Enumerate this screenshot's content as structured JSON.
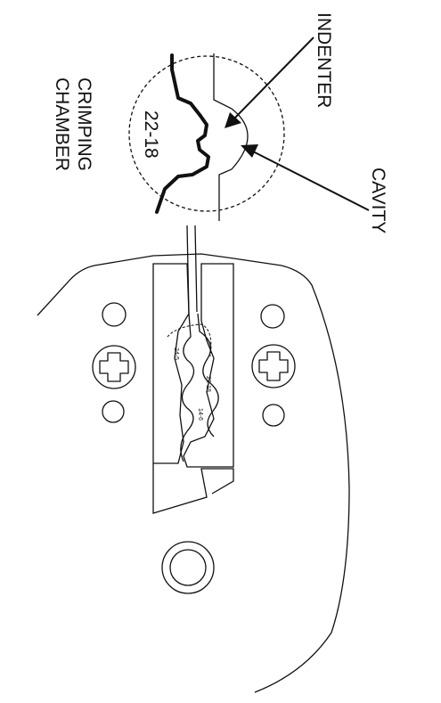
{
  "callout": {
    "chamber_size": "22-18"
  },
  "labels": {
    "crimping_line1": "CRIMPING",
    "crimping_line2": "CHAMBER",
    "indenter": "INDENTER",
    "cavity": "CAVITY"
  },
  "die_markings": {
    "left": "24-5",
    "middle": "22-18",
    "right": "14-6"
  },
  "colors": {
    "line": "#111111",
    "background": "#ffffff"
  }
}
